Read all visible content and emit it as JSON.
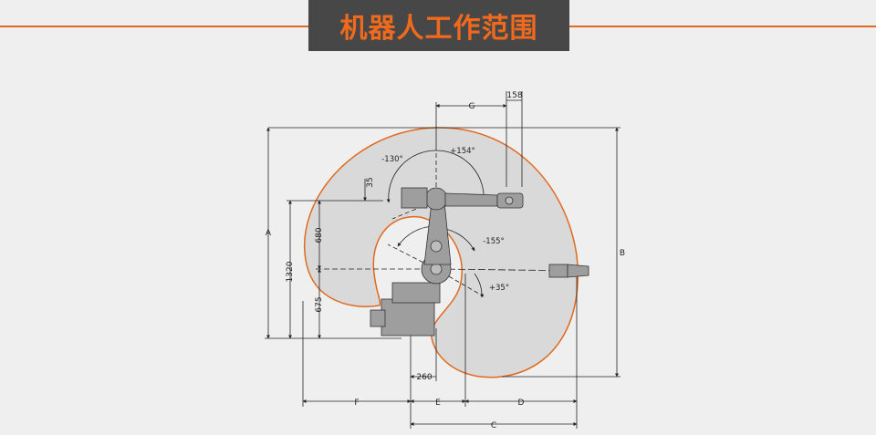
{
  "header": {
    "title": "机器人工作范围"
  },
  "colors": {
    "accent": "#e06a1e",
    "title_bg": "#474747",
    "envelope_fill": "#d9d9d9",
    "robot": "#9e9e9e"
  },
  "diagram": {
    "dimensions": {
      "A": "A",
      "B": "B",
      "C": "C",
      "D": "D",
      "E": "E",
      "F": "F",
      "G": "G",
      "d158": "158",
      "d35": "35",
      "d680": "680",
      "d1320": "1320",
      "d675": "675",
      "d260": "260"
    },
    "angles": {
      "a_minus130": "-130°",
      "a_plus154": "+154°",
      "a_minus155": "-155°",
      "a_plus35": "+35°"
    }
  }
}
